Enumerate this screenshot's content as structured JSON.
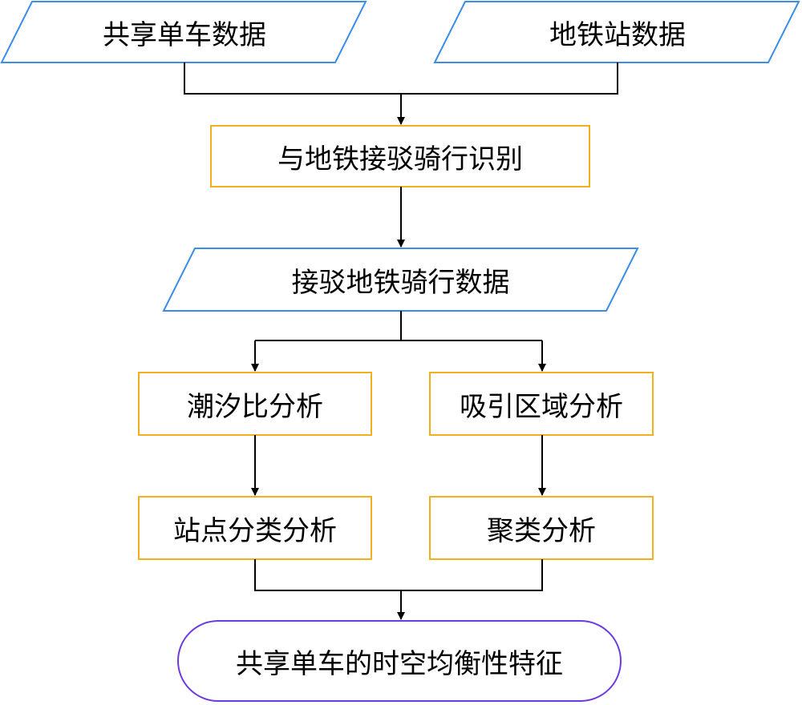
{
  "colors": {
    "data_border": "#3a8ee6",
    "process_border": "#f2b01e",
    "terminal_border": "#6c3be0",
    "line": "#000000"
  },
  "nodes": {
    "bike_data": "共享单车数据",
    "metro_data": "地铁站数据",
    "identification": "与地铁接驳骑行识别",
    "transfer_data": "接驳地铁骑行数据",
    "tidal_ratio": "潮汐比分析",
    "attraction_area": "吸引区域分析",
    "station_classification": "站点分类分析",
    "clustering": "聚类分析",
    "result": "共享单车的时空均衡性特征"
  }
}
